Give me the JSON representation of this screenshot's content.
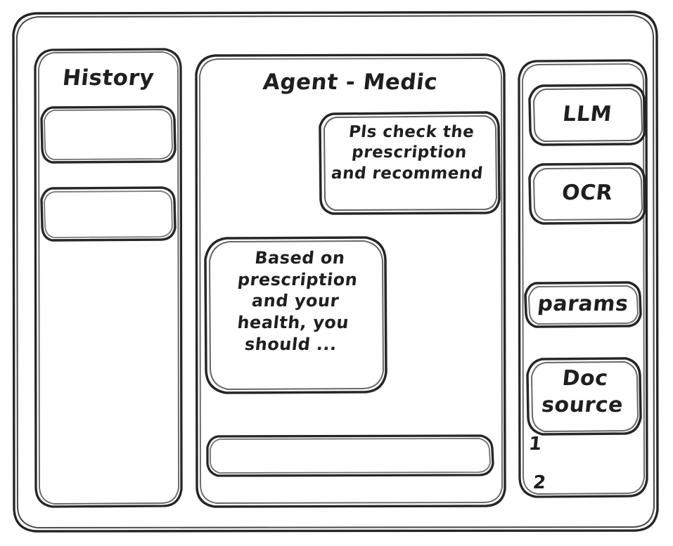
{
  "window": {
    "frame_name": "app-window"
  },
  "sidebar": {
    "title": "History",
    "items": [
      {
        "label": ""
      },
      {
        "label": ""
      }
    ]
  },
  "main": {
    "title": "Agent - Medic",
    "messages": [
      {
        "role": "user",
        "text": "Pls check the\nprescription\nand recommend"
      },
      {
        "role": "assistant",
        "text": "Based on\nprescription\nand your\nhealth, you\nshould ..."
      }
    ],
    "composer": {
      "value": "",
      "placeholder": ""
    }
  },
  "tools": {
    "cards": [
      {
        "label": "LLM"
      },
      {
        "label": "OCR"
      },
      {
        "label": "params"
      },
      {
        "label": "Doc\nsource"
      }
    ],
    "doc_source_items": [
      "1",
      "2"
    ]
  },
  "colors": {
    "stroke": "#262626",
    "text": "#1f1f1f",
    "background": "#ffffff"
  }
}
